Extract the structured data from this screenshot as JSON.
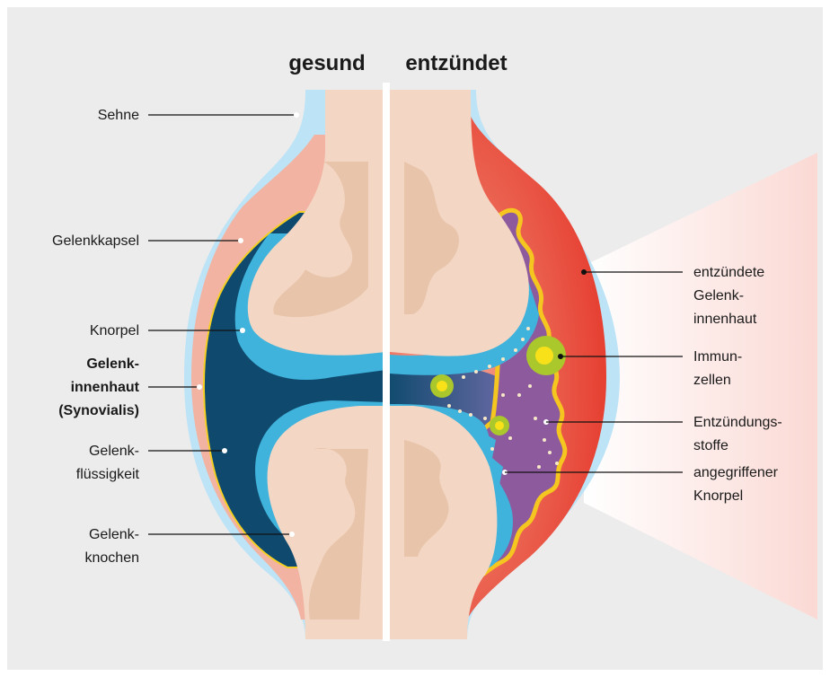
{
  "header": {
    "left": "gesund",
    "right": "entzündet"
  },
  "labels_left": {
    "sehne": "Sehne",
    "gelenkkapsel": "Gelenkkapsel",
    "knorpel": "Knorpel",
    "innenhaut_1": "Gelenk-",
    "innenhaut_2": "innenhaut",
    "innenhaut_3": "(Synovialis)",
    "fluessigkeit_1": "Gelenk-",
    "fluessigkeit_2": "flüssigkeit",
    "knochen_1": "Gelenk-",
    "knochen_2": "knochen"
  },
  "labels_right": {
    "entzuendete_1": "entzündete",
    "entzuendete_2": "Gelenk-",
    "entzuendete_3": "innenhaut",
    "immun_1": "Immun-",
    "immun_2": "zellen",
    "stoffe_1": "Entzündungs-",
    "stoffe_2": "stoffe",
    "knorpel_1": "angegriffener",
    "knorpel_2": "Knorpel"
  },
  "colors": {
    "panel_bg": "#ececec",
    "tendon": "#bde3f6",
    "capsule": "#f2b3a2",
    "synovium_line": "#f5cf24",
    "fluid_dark": "#0f4a6e",
    "cartilage": "#3fb3dc",
    "bone": "#f3d6c3",
    "bone_marrow": "#e8c4ab",
    "inflamed_red": "#e84c3d",
    "inflamed_purple": "#8e5a9e",
    "immune_yellow": "#f9e11a",
    "immune_green": "#aac72c",
    "divider": "#ffffff"
  }
}
